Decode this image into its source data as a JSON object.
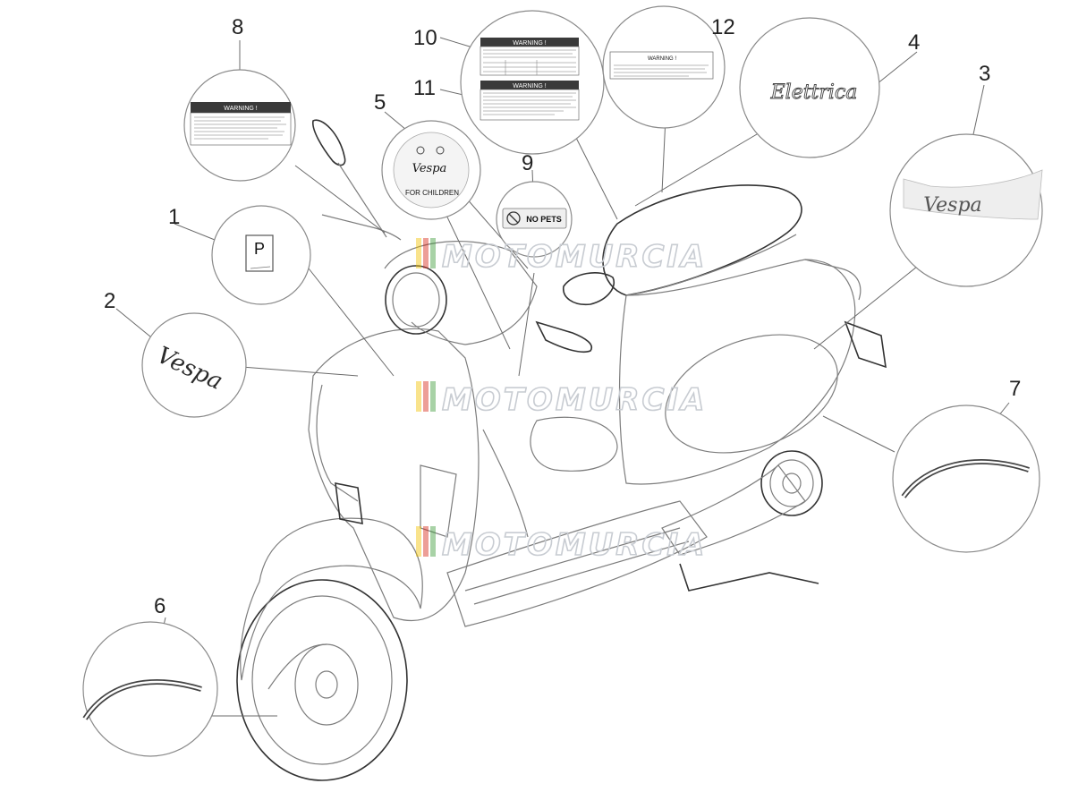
{
  "callouts": {
    "c1": "1",
    "c2": "2",
    "c3": "3",
    "c4": "4",
    "c5": "5",
    "c6": "6",
    "c7": "7",
    "c8": "8",
    "c9": "9",
    "c10": "10",
    "c11": "11",
    "c12": "12"
  },
  "decals": {
    "warning_title": "WARNING !",
    "no_pets": "NO PETS",
    "elettrica": "Elettrica",
    "vespa": "Vespa",
    "for_children": "FOR CHILDREN",
    "parking_letter": "P"
  },
  "watermark": {
    "text": "MOTOMURCIA"
  },
  "colors": {
    "watermark_flag_yellow": "#f2c200",
    "watermark_flag_red": "#d62718",
    "watermark_flag_green": "#3f9b3a",
    "line": "#7d7d7d",
    "decal_dark": "#333333"
  }
}
